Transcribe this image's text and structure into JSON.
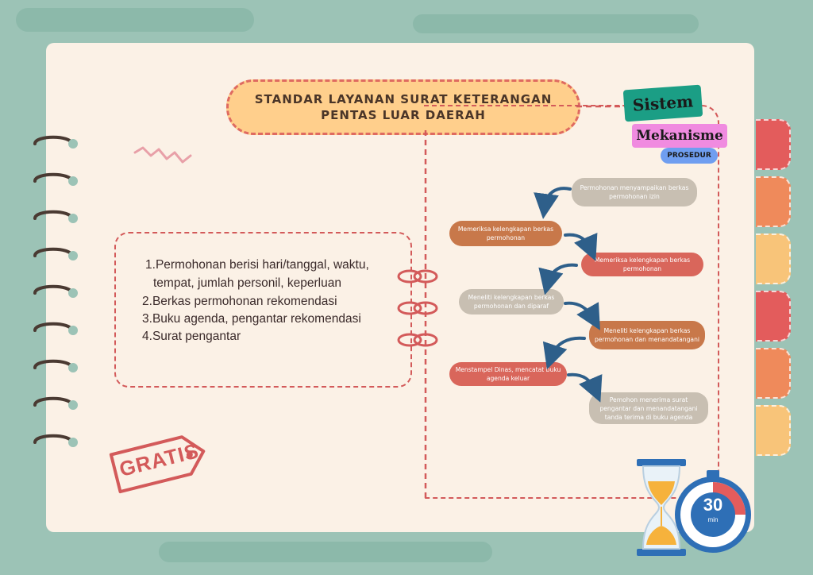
{
  "title": {
    "line1": "STANDAR LAYANAN SURAT KETERANGAN",
    "line2": "PENTAS LUAR DAERAH"
  },
  "tags": {
    "sistem": "Sistem",
    "mekanisme": "Mekanisme",
    "prosedur": "PROSEDUR"
  },
  "requirements": [
    {
      "num": "1.",
      "text": "Permohonan berisi hari/tanggal, waktu,"
    },
    {
      "num": "",
      "text": "tempat, jumlah personil, keperluan"
    },
    {
      "num": "2.",
      "text": "Berkas permohonan rekomendasi"
    },
    {
      "num": "3.",
      "text": "Buku agenda, pengantar rekomendasi"
    },
    {
      "num": "4.",
      "text": "Surat pengantar"
    }
  ],
  "steps": [
    {
      "text": "Permohonan menyampaikan berkas permohonan izin",
      "color": "#c8bfb2"
    },
    {
      "text": "Memeriksa kelengkapan berkas permohonan",
      "color": "#c8784a"
    },
    {
      "text": "Memeriksa kelengkapan berkas permohonan",
      "color": "#d9665b"
    },
    {
      "text": "Meneliti kelengkapan berkas permohonan dan diparaf",
      "color": "#c8bfb2"
    },
    {
      "text": "Meneliti kelengkapan berkas permohonan dan menandatangani",
      "color": "#c8784a"
    },
    {
      "text": "Menstampel Dinas, mencatat buku agenda keluar",
      "color": "#d9665b"
    },
    {
      "text": "Pemohon menerima surat pengantar dan menandatangani tanda terima di buku agenda",
      "color": "#c8bfb2"
    }
  ],
  "stamp": "GRATIS",
  "timer": {
    "value": "30",
    "unit": "min"
  },
  "colors": {
    "accent": "#d35a5a",
    "title_bg": "#ffcf8c",
    "arrow": "#2e5f8a"
  }
}
